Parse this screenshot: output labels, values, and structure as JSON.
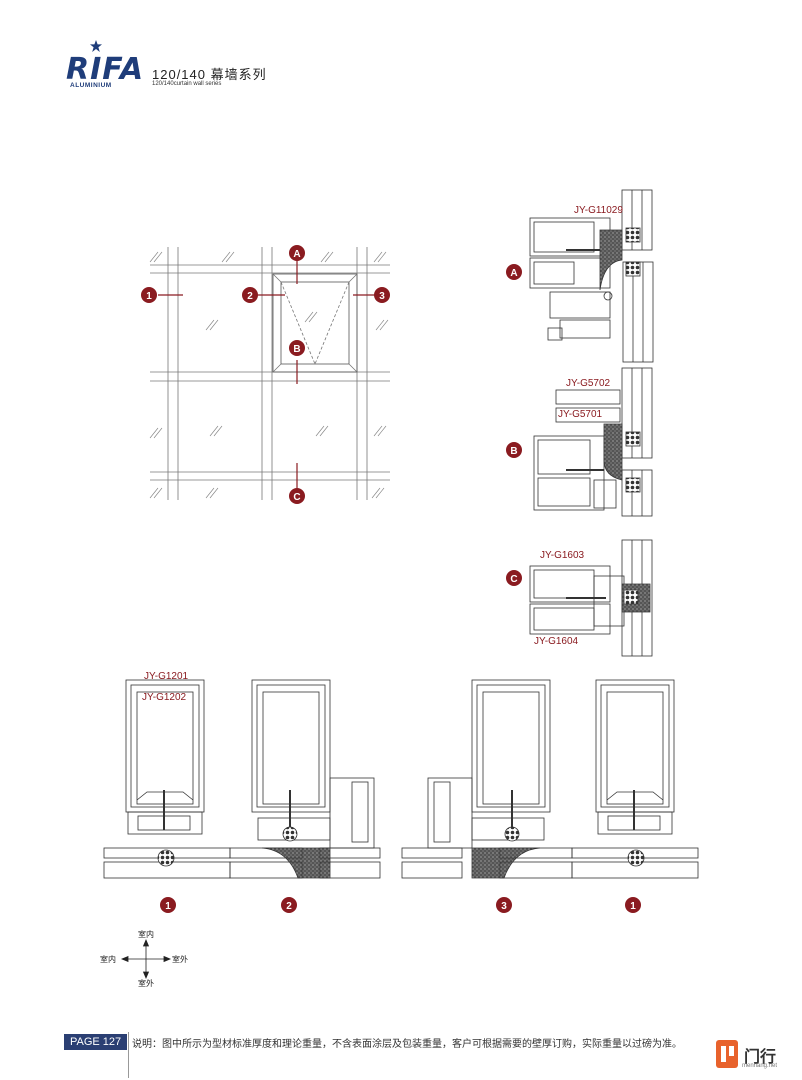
{
  "header": {
    "logo_text": "RIFA",
    "logo_subtext": "ALUMINIUM",
    "title": "120/140 幕墙系列",
    "subtitle": "120/140curtain wall series"
  },
  "markers": {
    "a": "A",
    "b": "B",
    "c": "C",
    "n1": "1",
    "n2": "2",
    "n3": "3"
  },
  "profiles": {
    "a_top": "JY-G11029",
    "b_top": "JY-G5702",
    "b_mid": "JY-G5701",
    "c_top": "JY-G1603",
    "c_bot": "JY-G1604",
    "v_outer": "JY-G1201",
    "v_inner": "JY-G1202"
  },
  "direction": {
    "top": "室内",
    "left": "室内",
    "right": "室外",
    "bottom": "室外"
  },
  "footer": {
    "page": "PAGE 127",
    "note": "说明：图中所示为型材标准厚度和理论重量，不含表面涂层及包装重量，客户可根据需要的壁厚订购，实际重量以过磅为准。",
    "watermark": "门行",
    "watermark_url": "menhang.net"
  },
  "colors": {
    "brand": "#1f3d7a",
    "marker": "#8a1b20",
    "badge": "#2b3f73"
  }
}
